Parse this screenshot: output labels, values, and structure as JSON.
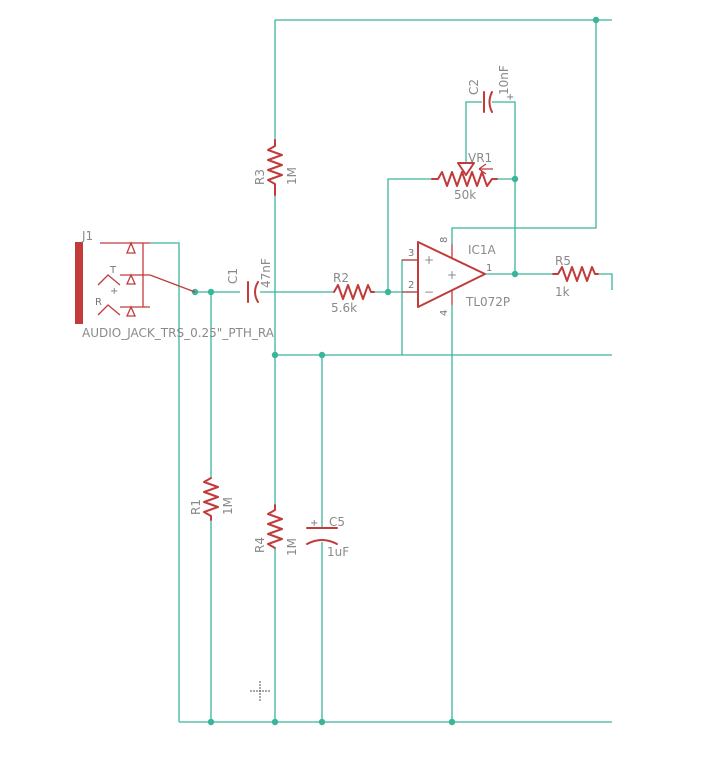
{
  "schematic": {
    "j1": {
      "ref": "J1",
      "value": "AUDIO_JACK_TRS_0.25\"_PTH_RA",
      "pin_t": "T",
      "pin_r": "R"
    },
    "c1": {
      "ref": "C1",
      "value": "47nF"
    },
    "r1": {
      "ref": "R1",
      "value": "1M"
    },
    "r2": {
      "ref": "R2",
      "value": "5.6k"
    },
    "r3": {
      "ref": "R3",
      "value": "1M"
    },
    "r4": {
      "ref": "R4",
      "value": "1M"
    },
    "r5": {
      "ref": "R5",
      "value": "1k"
    },
    "c2": {
      "ref": "C2",
      "value": "10nF"
    },
    "c5": {
      "ref": "C5",
      "value": "1uF"
    },
    "vr1": {
      "ref": "VR1",
      "value": "50k"
    },
    "ic1a": {
      "ref": "IC1A",
      "value": "TL072P",
      "pins": {
        "p1": "1",
        "p2": "2",
        "p3": "3",
        "p4": "4",
        "p8": "8"
      }
    }
  },
  "colors": {
    "wire": "#3cb49a",
    "component": "#c23b3b",
    "label": "#8a8a8a"
  }
}
